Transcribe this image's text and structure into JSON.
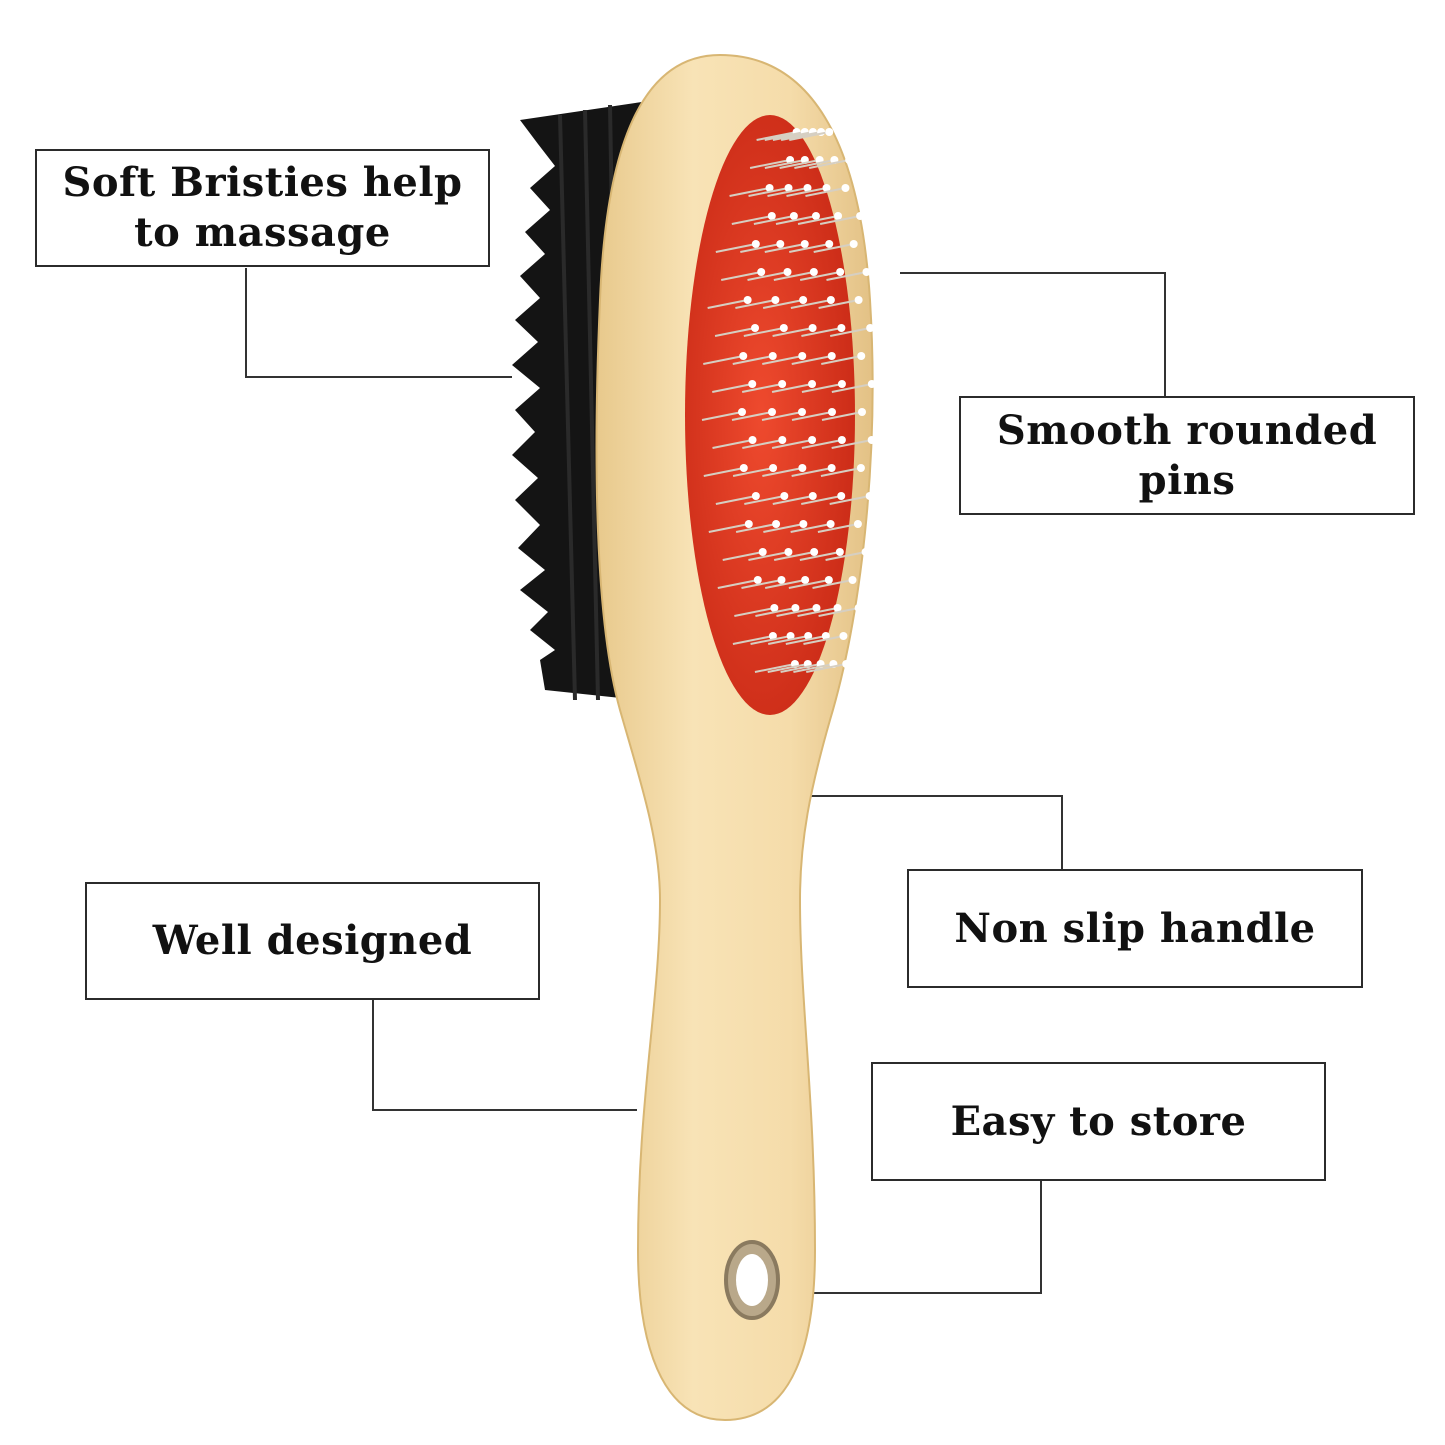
{
  "callouts": {
    "soft_bristles": "Soft Bristies help\nto massage",
    "smooth_pins": "Smooth rounded\npins",
    "well_designed": "Well designed",
    "non_slip": "Non slip handle",
    "easy_store": "Easy to store"
  },
  "colors": {
    "wood": "#f4dba8",
    "wood_shadow": "#e2c184",
    "pin_pad": "#e03a22",
    "bristles": "#141414",
    "pins": "#c9c4bb",
    "border": "#2b2b2b",
    "background": "#ffffff"
  },
  "product": {
    "icon": "pet-grooming-brush"
  }
}
